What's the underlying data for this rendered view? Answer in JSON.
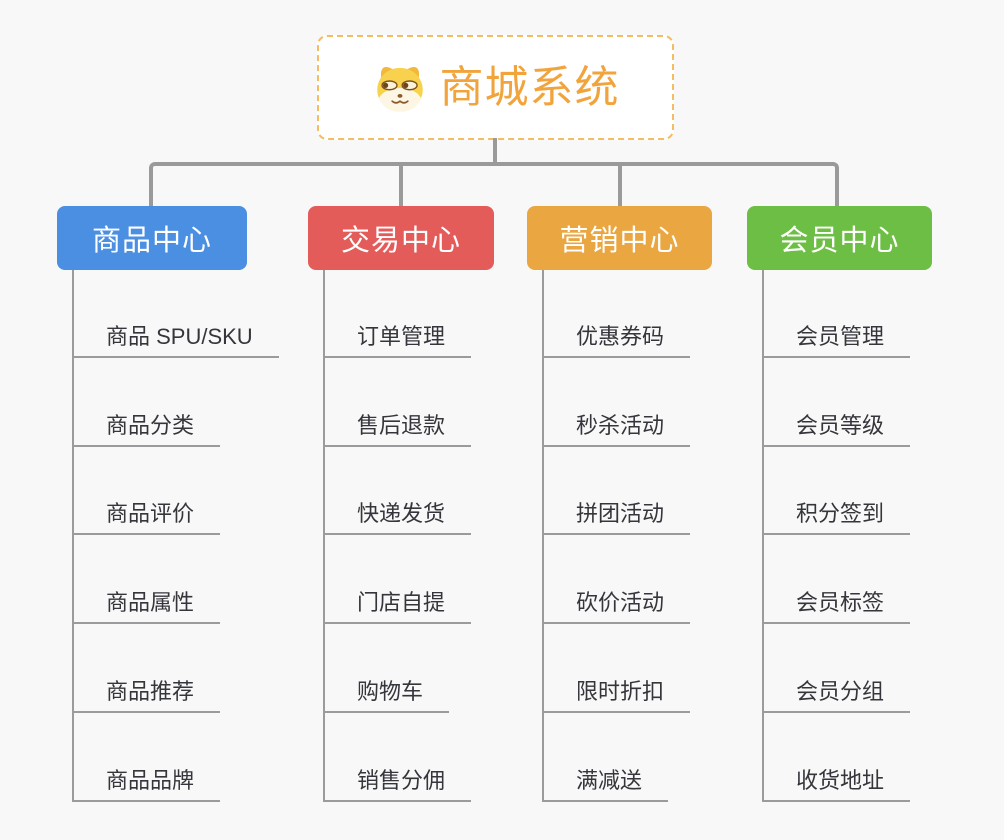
{
  "page": {
    "background_color": "#F8F8F8"
  },
  "root": {
    "title": "商城系统",
    "icon": "dog-icon",
    "title_color": "#F2A43C",
    "border_color": "#F3BE63",
    "background_color": "#FFFFFF"
  },
  "connector_color": "#9A9A9A",
  "leaf_line_color": "#9B9B9B",
  "leaf_text_color": "#35363B",
  "branches": [
    {
      "label": "商品中心",
      "color": "#4B8FE2",
      "text_color": "#FFFFFF",
      "children": [
        "商品 SPU/SKU",
        "商品分类",
        "商品评价",
        "商品属性",
        "商品推荐",
        "商品品牌"
      ]
    },
    {
      "label": "交易中心",
      "color": "#E35C5A",
      "text_color": "#FFFFFF",
      "children": [
        "订单管理",
        "售后退款",
        "快递发货",
        "门店自提",
        "购物车",
        "销售分佣"
      ]
    },
    {
      "label": "营销中心",
      "color": "#EAA640",
      "text_color": "#FFFFFF",
      "children": [
        "优惠券码",
        "秒杀活动",
        "拼团活动",
        "砍价活动",
        "限时折扣",
        "满减送"
      ]
    },
    {
      "label": "会员中心",
      "color": "#6DBE44",
      "text_color": "#FFFFFF",
      "children": [
        "会员管理",
        "会员等级",
        "积分签到",
        "会员标签",
        "会员分组",
        "收货地址"
      ]
    }
  ]
}
